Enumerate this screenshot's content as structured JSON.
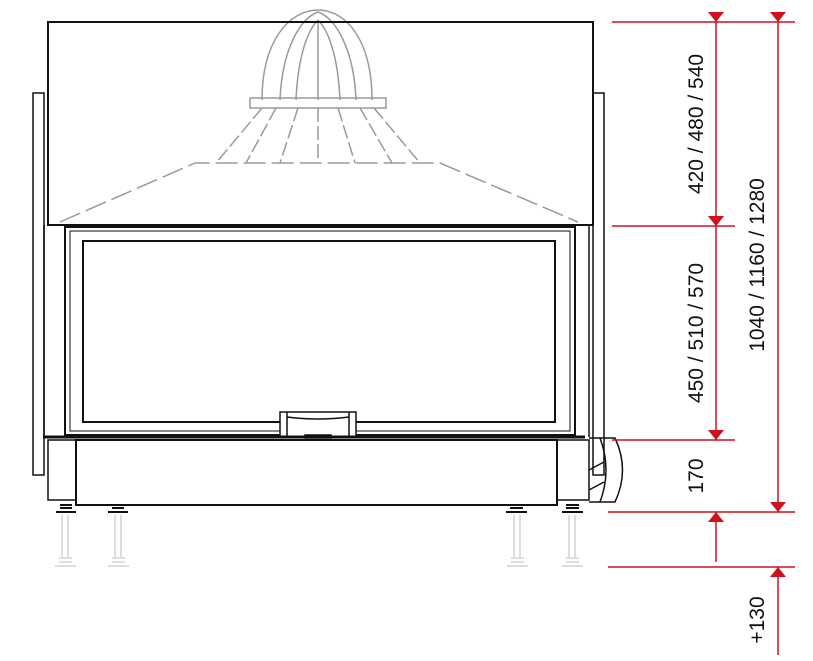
{
  "drawing": {
    "dimensions": {
      "upper_section": "420 / 480 / 540",
      "door_section": "450 / 510 / 570",
      "base_section": "170",
      "total_height": "1040 / 1160 / 1280",
      "leg_extension": "+130"
    },
    "colors": {
      "dimension_line": "#d0101c",
      "outline": "#111111",
      "hidden_line": "#9a9a9a",
      "faded_legs": "#cfcfcf"
    }
  }
}
